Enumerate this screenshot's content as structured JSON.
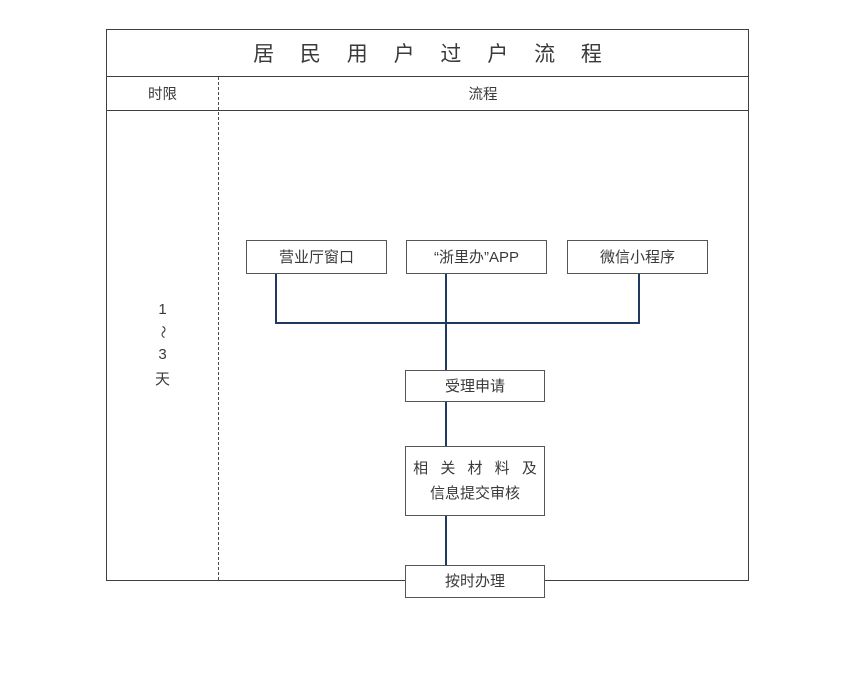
{
  "document": {
    "title": "居 民 用 户 过 户 流 程"
  },
  "table": {
    "headers": {
      "limit": "时限",
      "process": "流程"
    }
  },
  "time_limit": {
    "lines": [
      "1",
      "～",
      "3",
      "天"
    ],
    "value_min": "1",
    "value_max": "3",
    "unit": "天"
  },
  "flow": {
    "sources": [
      {
        "label": "营业厅窗口"
      },
      {
        "label": "“浙里办”APP"
      },
      {
        "label": "微信小程序"
      }
    ],
    "steps": [
      {
        "lines": [
          "受理申请"
        ]
      },
      {
        "lines": [
          "相 关 材 料 及",
          "信息提交审核"
        ]
      },
      {
        "lines": [
          "按时办理"
        ]
      }
    ]
  },
  "colors": {
    "connector": "#1f3a5f",
    "table_border": "#3f3f3f",
    "node_border": "#555555",
    "text": "#3a3a3a",
    "background": "#ffffff"
  }
}
